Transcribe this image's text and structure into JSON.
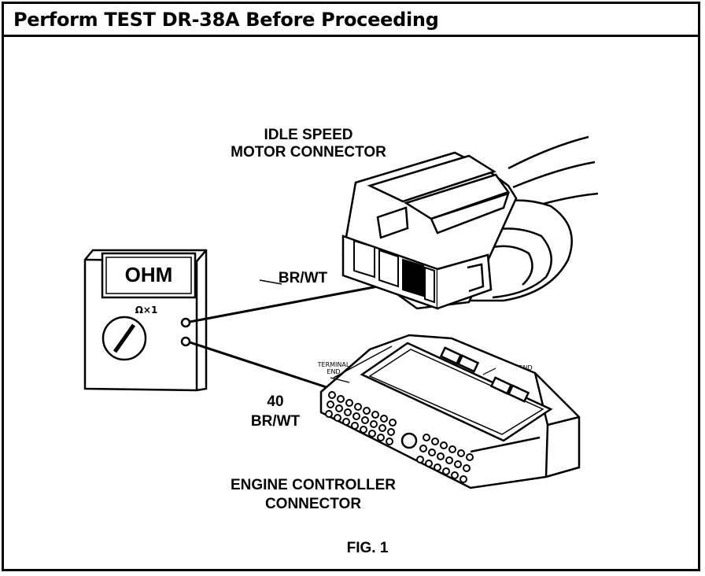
{
  "header": {
    "title": "Perform TEST DR-38A Before Proceeding"
  },
  "labels": {
    "idle_speed_line1": "IDLE SPEED",
    "idle_speed_line2": "MOTOR CONNECTOR",
    "wire_top": "BR/WT",
    "pin_number": "40",
    "wire_bottom": "BR/WT",
    "engine_line1": "ENGINE CONTROLLER",
    "engine_line2": "CONNECTOR",
    "terminal_end_line1": "TERMINAL",
    "terminal_end_line2": "END",
    "wire_end": "WIRE END",
    "figure": "FIG. 1"
  },
  "meter": {
    "display": "OHM",
    "range": "Ω×1"
  }
}
